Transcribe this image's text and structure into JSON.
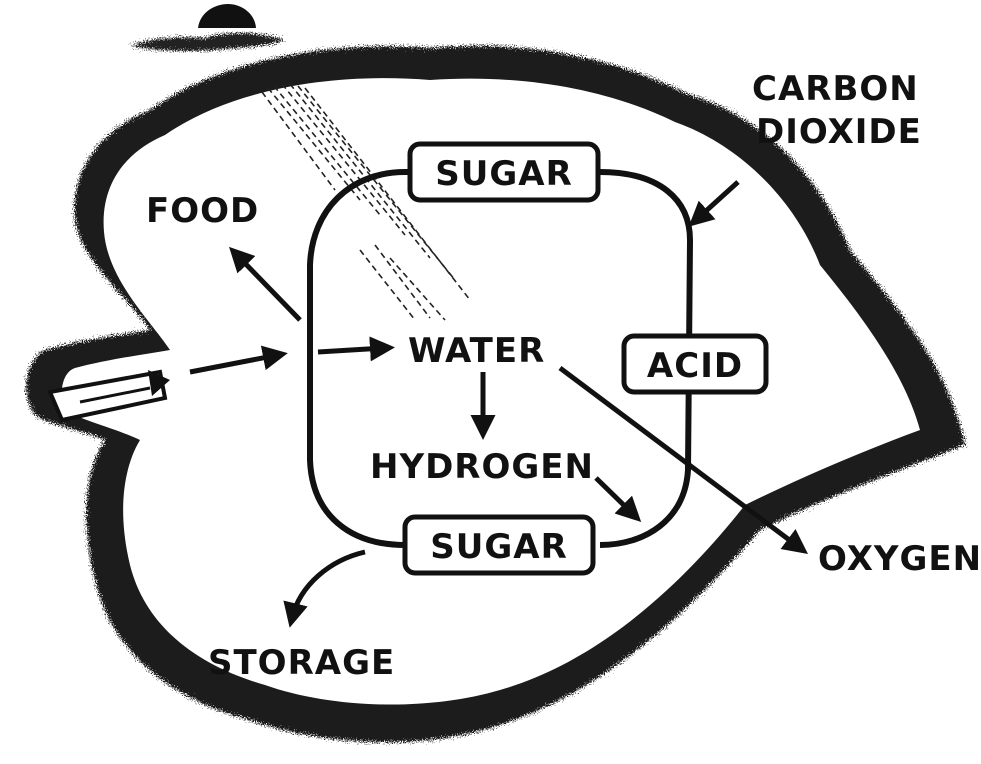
{
  "diagram": {
    "labels": {
      "food": "FOOD",
      "carbon_dioxide_line1": "CARBON",
      "carbon_dioxide_line2": "DIOXIDE",
      "water": "WATER",
      "hydrogen": "HYDROGEN",
      "oxygen": "OXYGEN",
      "storage": "STORAGE"
    },
    "boxes": {
      "sugar_top": "SUGAR",
      "acid": "ACID",
      "sugar_bottom": "SUGAR"
    },
    "colors": {
      "ink": "#111111",
      "leaf_fill": "#ffffff",
      "leaf_edge": "#1a1a1a"
    }
  }
}
